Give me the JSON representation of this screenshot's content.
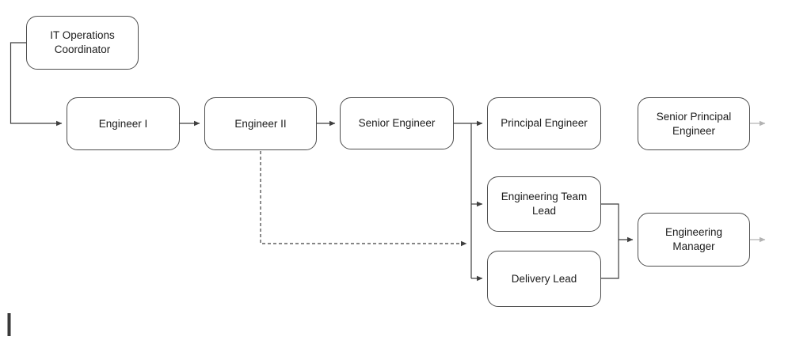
{
  "diagram": {
    "nodes": [
      {
        "id": "it-operations-coordinator",
        "label": "IT Operations Coordinator"
      },
      {
        "id": "engineer-i",
        "label": "Engineer I"
      },
      {
        "id": "engineer-ii",
        "label": "Engineer II"
      },
      {
        "id": "senior-engineer",
        "label": "Senior Engineer"
      },
      {
        "id": "principal-engineer",
        "label": "Principal Engineer"
      },
      {
        "id": "senior-principal-engineer",
        "label": "Senior Principal Engineer"
      },
      {
        "id": "engineering-team-lead",
        "label": "Engineering Team Lead"
      },
      {
        "id": "delivery-lead",
        "label": "Delivery Lead"
      },
      {
        "id": "engineering-manager",
        "label": "Engineering Manager"
      }
    ],
    "edges": [
      {
        "from": "it-operations-coordinator",
        "to": "engineer-i",
        "style": "solid-arrow"
      },
      {
        "from": "engineer-i",
        "to": "engineer-ii",
        "style": "solid-arrow"
      },
      {
        "from": "engineer-ii",
        "to": "senior-engineer",
        "style": "solid-arrow"
      },
      {
        "from": "senior-engineer",
        "to": "principal-engineer",
        "style": "solid-arrow"
      },
      {
        "from": "senior-engineer",
        "to": "engineering-team-lead",
        "style": "solid-arrow"
      },
      {
        "from": "senior-engineer",
        "to": "delivery-lead",
        "style": "solid-arrow"
      },
      {
        "from": "engineer-ii",
        "to": "lead-branch",
        "style": "dashed-arrow"
      },
      {
        "from": "principal-engineer",
        "to": "senior-principal-engineer",
        "style": "solid-arrow"
      },
      {
        "from": "engineering-team-lead",
        "to": "engineering-manager",
        "style": "solid-arrow"
      },
      {
        "from": "delivery-lead",
        "to": "engineering-manager",
        "style": "solid-arrow"
      },
      {
        "from": "senior-principal-engineer",
        "to": "offscreen-right",
        "style": "muted-arrow"
      },
      {
        "from": "engineering-manager",
        "to": "offscreen-right",
        "style": "muted-arrow"
      }
    ],
    "colors": {
      "background": "#ffffff",
      "node_fill": "#ffffff",
      "node_border": "#4d4d4d",
      "edge": "#3f3f3f",
      "edge_muted": "#b3b3b3",
      "text": "#1c1c1c"
    }
  }
}
